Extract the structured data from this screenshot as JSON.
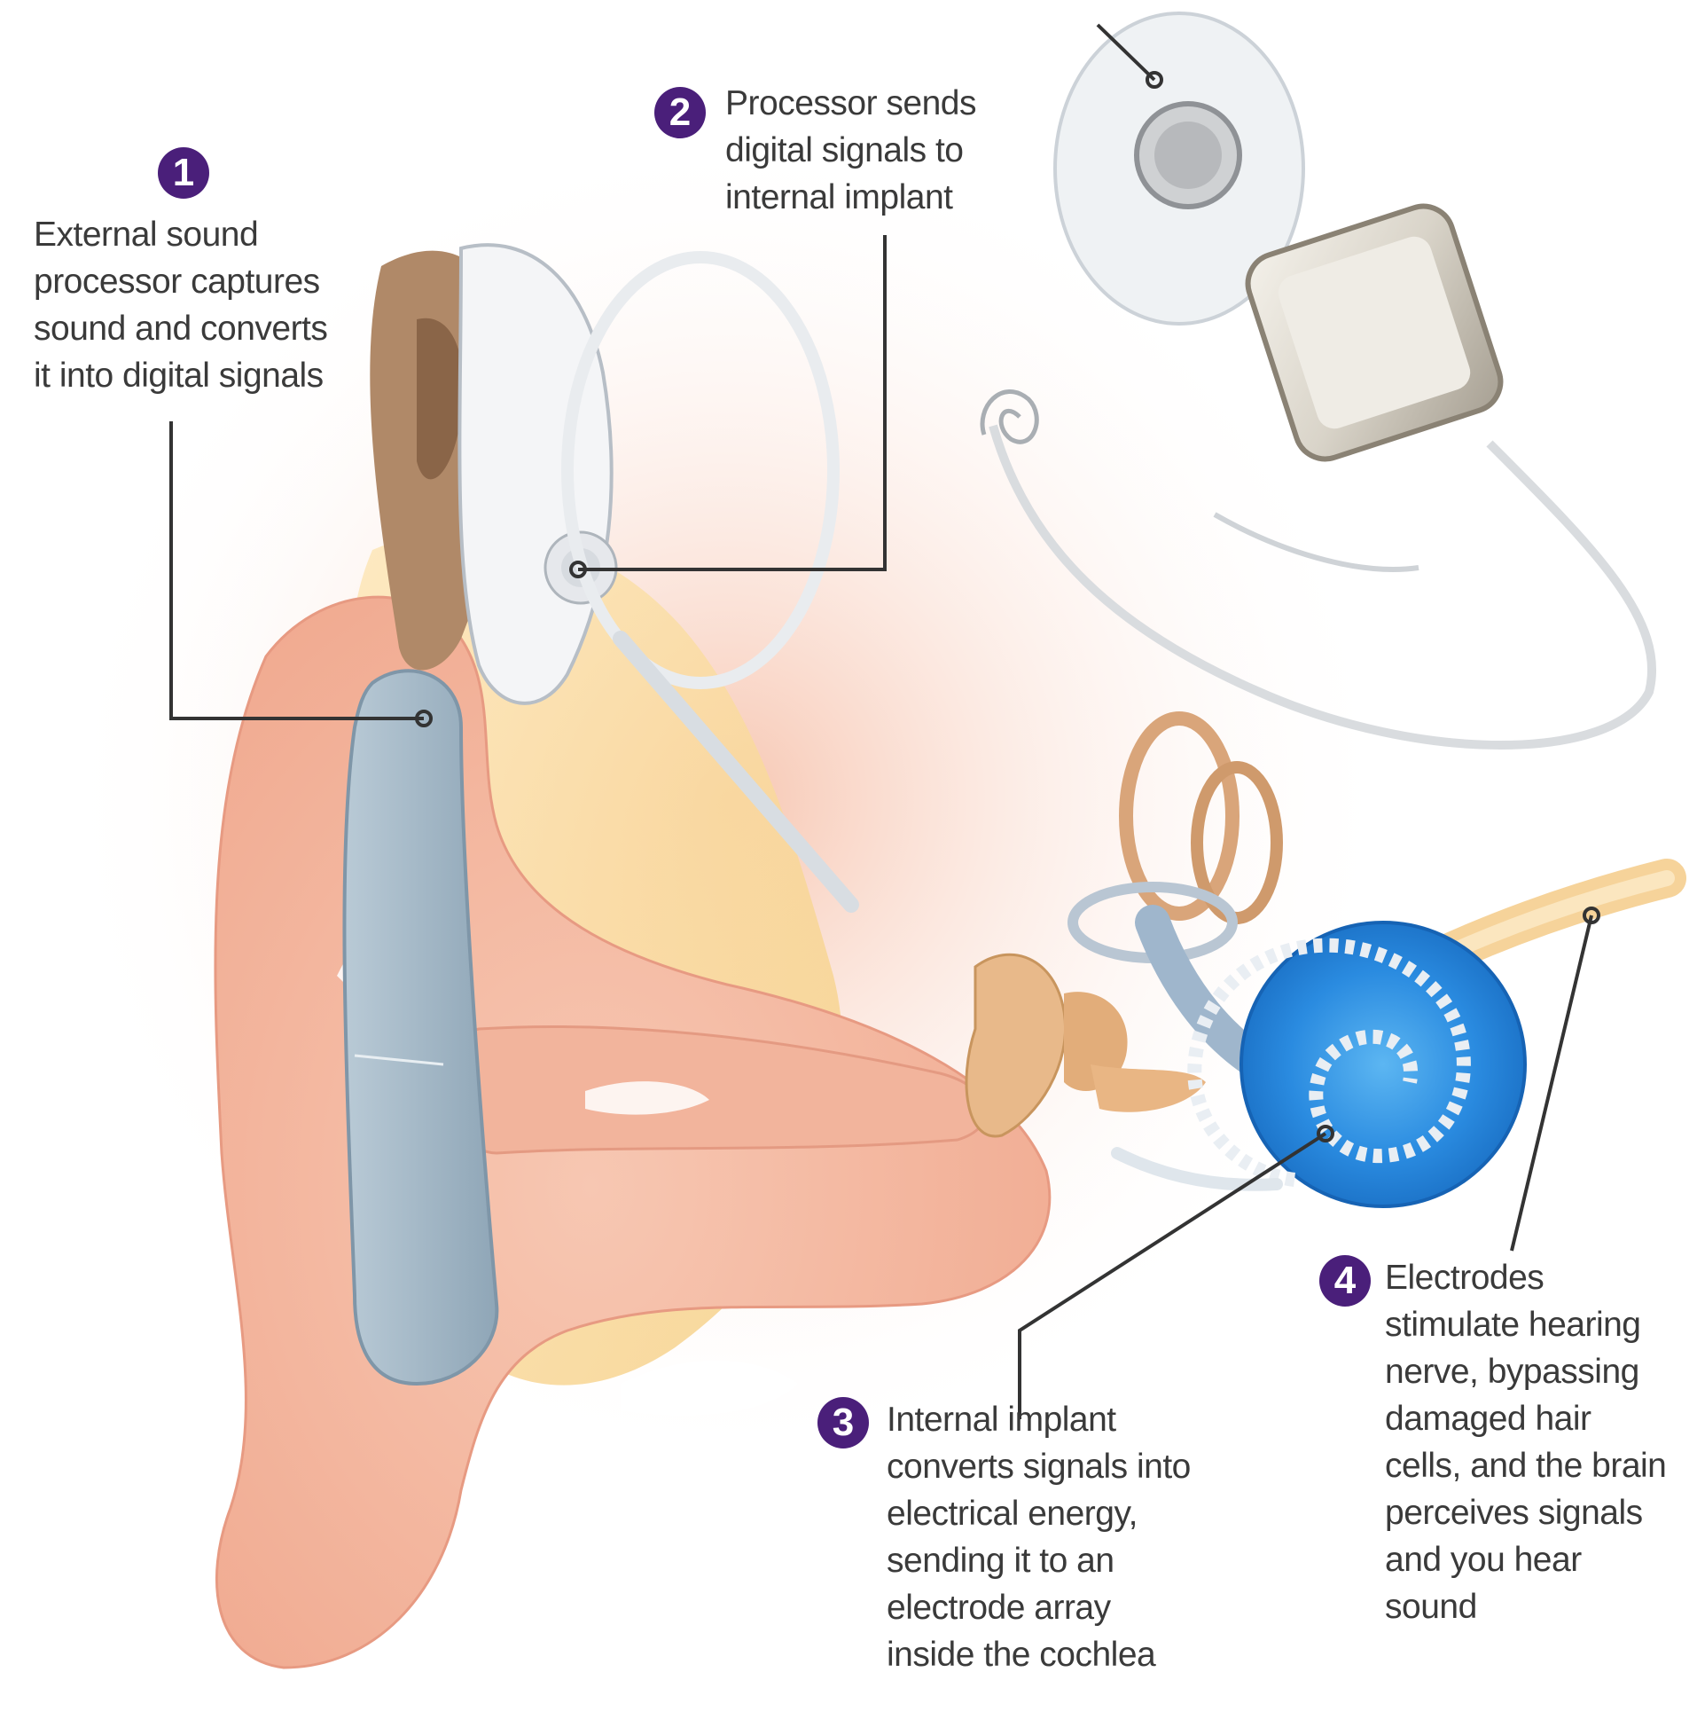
{
  "colors": {
    "accent": "#4a1f7a",
    "skin": "#f4b8a2",
    "cochlea": "#2a8be0",
    "processor": "#9eb3c2",
    "line": "#333333"
  },
  "steps": [
    {
      "number": "1",
      "lines": [
        "External sound",
        "processor captures",
        "sound and converts",
        "it into digital signals"
      ]
    },
    {
      "number": "2",
      "lines": [
        "Processor sends",
        "digital signals to",
        "internal implant"
      ]
    },
    {
      "number": "3",
      "lines": [
        "Internal implant",
        "converts signals into",
        "electrical energy,",
        "sending it to an",
        "electrode array",
        "inside the cochlea"
      ]
    },
    {
      "number": "4",
      "lines": [
        "Electrodes",
        "stimulate hearing",
        "nerve, bypassing",
        "damaged hair",
        "cells, and the brain",
        "perceives signals",
        "and you hear",
        "sound"
      ]
    }
  ]
}
